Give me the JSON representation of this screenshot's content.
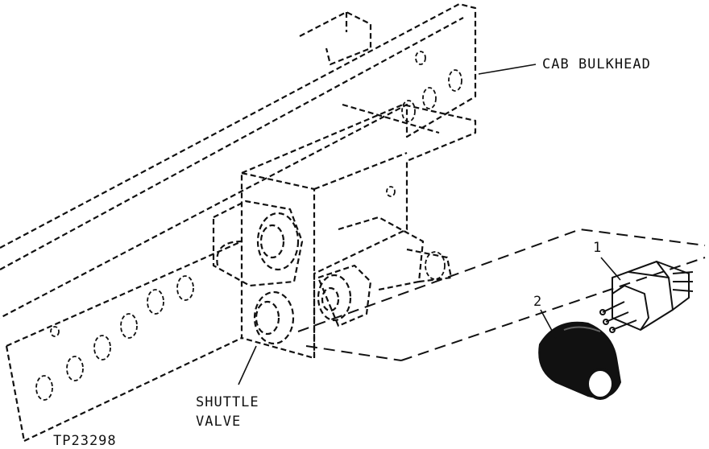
{
  "labels": {
    "cab_bulkhead": "CAB BULKHEAD",
    "shuttle_valve_line1": "SHUTTLE",
    "shuttle_valve_line2": "VALVE",
    "callout_1": "1",
    "callout_2": "2",
    "figure_id": "TP23298"
  }
}
